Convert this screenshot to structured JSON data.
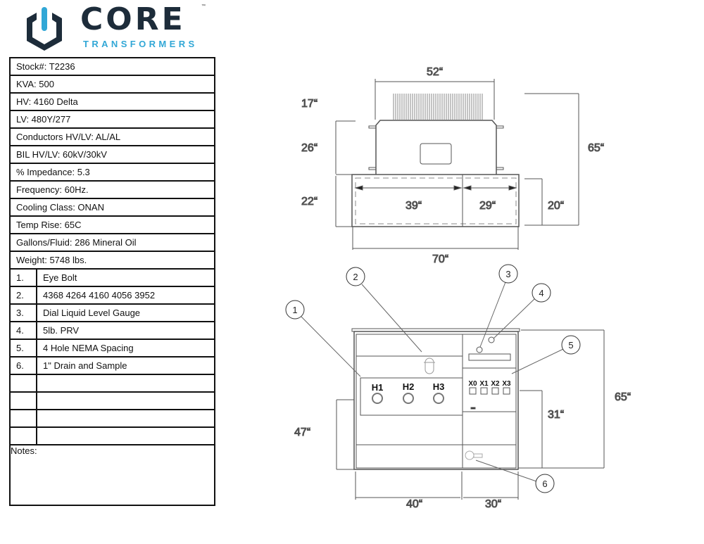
{
  "logo": {
    "name": "CORE",
    "tagline": "TRANSFORMERS",
    "tm": "™",
    "colors": {
      "dark": "#1d2c3a",
      "accent": "#31a7d6"
    }
  },
  "specs": [
    "Stock#: T2236",
    "KVA: 500",
    "HV: 4160 Delta",
    "LV: 480Y/277",
    "Conductors HV/LV: AL/AL",
    "BIL HV/LV: 60kV/30kV",
    "% Impedance: 5.3",
    "Frequency: 60Hz.",
    "Cooling Class: ONAN",
    "Temp Rise: 65C",
    "Gallons/Fluid: 286 Mineral Oil",
    "Weight: 5748 lbs."
  ],
  "items": [
    {
      "num": "1.",
      "label": "Eye Bolt"
    },
    {
      "num": "2.",
      "label": "4368 4264 4160 4056 3952"
    },
    {
      "num": "3.",
      "label": "Dial Liquid Level Gauge"
    },
    {
      "num": "4.",
      "label": "5lb. PRV"
    },
    {
      "num": "5.",
      "label": "4 Hole NEMA Spacing"
    },
    {
      "num": "6.",
      "label": "1\" Drain and Sample"
    }
  ],
  "notes_label": "Notes:",
  "top_view": {
    "d52": "52“",
    "d17": "17“",
    "d26": "26“",
    "d22": "22“",
    "d39": "39“",
    "d29": "29“",
    "d20": "20“",
    "d65": "65“",
    "d70": "70“"
  },
  "front_view": {
    "h1": "H1",
    "h2": "H2",
    "h3": "H3",
    "x0": "X0",
    "x1": "X1",
    "x2": "X2",
    "x3": "X3",
    "d65": "65“",
    "d31": "31“",
    "d47": "47“",
    "d40": "40“",
    "d30": "30“",
    "callouts": [
      "1",
      "2",
      "3",
      "4",
      "5",
      "6"
    ]
  }
}
